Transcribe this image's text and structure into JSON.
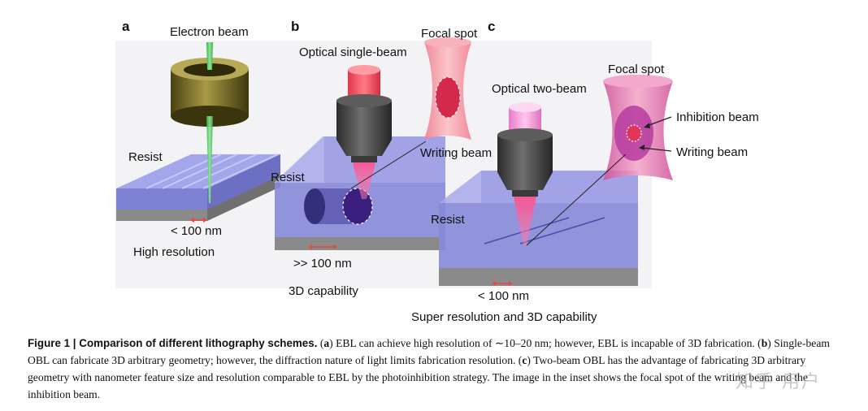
{
  "panels": {
    "a": {
      "letter": "a",
      "beam_label": "Electron beam",
      "resist_label": "Resist",
      "size_label": "< 100 nm",
      "feature_label": "High resolution"
    },
    "b": {
      "letter": "b",
      "beam_label": "Optical single-beam",
      "focal_label": "Focal spot",
      "writing_label": "Writing beam",
      "resist_label": "Resist",
      "size_label": ">> 100 nm",
      "feature_label": "3D capability"
    },
    "c": {
      "letter": "c",
      "beam_label": "Optical two-beam",
      "focal_label": "Focal spot",
      "inhibition_label": "Inhibition beam",
      "writing_label": "Writing beam",
      "resist_label": "Resist",
      "size_label": "< 100 nm",
      "feature_label": "Super resolution and 3D capability"
    }
  },
  "caption": {
    "title": "Figure 1 | Comparison of different lithography schemes.",
    "a_letter": "a",
    "a_text": "EBL can achieve high resolution of ∼10–20 nm; however, EBL is incapable of 3D fabrication.",
    "b_letter": "b",
    "b_text": "Single-beam OBL can fabricate 3D arbitrary geometry; however, the diffraction nature of light limits fabrication resolution.",
    "c_letter": "c",
    "c_text": "Two-beam OBL has the advantage of fabricating 3D arbitrary geometry with nanometer feature size and resolution comparable to EBL by the photoinhibition strategy.",
    "inset_text": "The image in the inset shows the focal spot of the writing beam and the inhibition beam."
  },
  "watermark": "知乎 用户",
  "colors": {
    "resist": "#8c8ee0",
    "substrate": "#8a8a8a",
    "electron_beam": "#5fcf6a",
    "optical_beam": "#ff5a8a",
    "lens_body": "#444444",
    "writing_spot": "#d4294a",
    "focal_outer": "#f39aa6",
    "size_arrow": "#e8473a"
  }
}
